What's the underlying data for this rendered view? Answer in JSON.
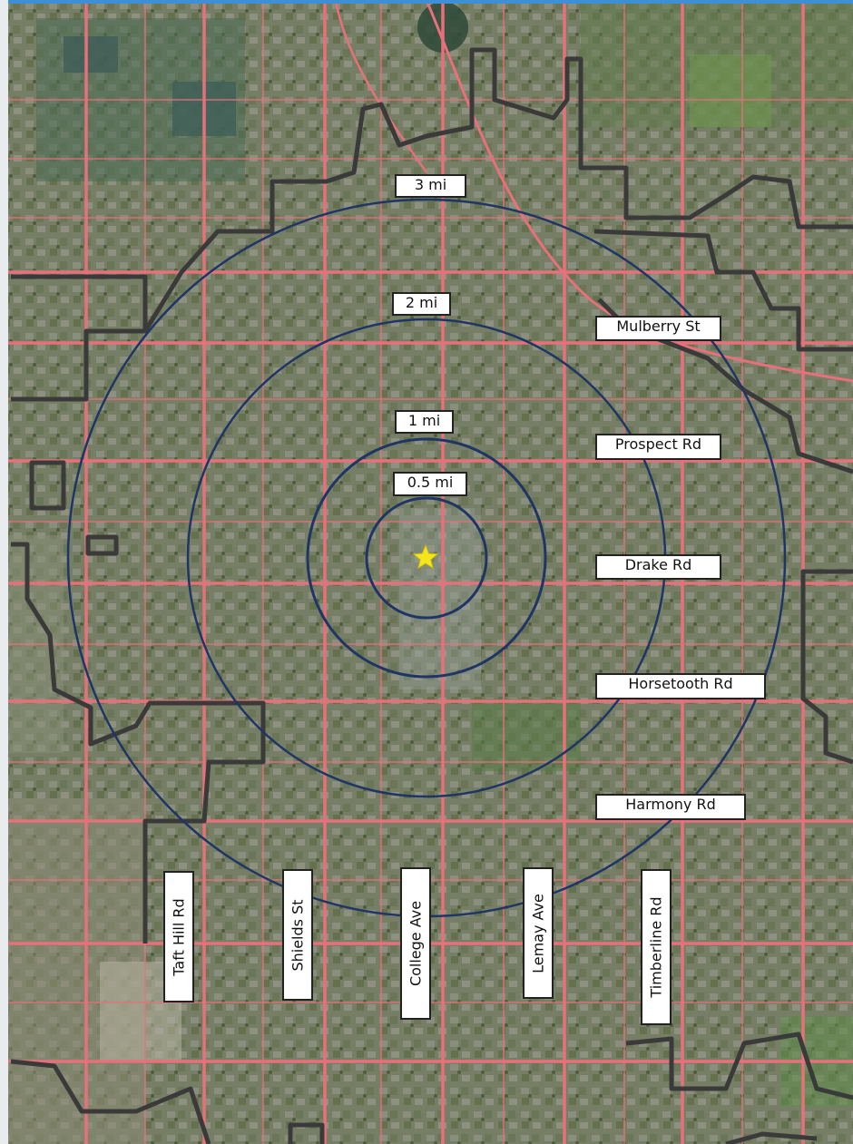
{
  "map": {
    "ring_labels": {
      "r3": "3 mi",
      "r2": "2 mi",
      "r1": "1 mi",
      "r05": "0.5 mi"
    },
    "street_labels": {
      "mulberry": "Mulberry St",
      "prospect": "Prospect Rd",
      "drake": "Drake Rd",
      "horsetooth": "Horsetooth Rd",
      "harmony": "Harmony Rd",
      "taft_hill": "Taft Hill Rd",
      "shields": "Shields  St",
      "college": "College Ave",
      "lemay": "Lemay Ave",
      "timberline": "Timberline Rd"
    },
    "colors": {
      "ring": "#1f3566",
      "road": "#e8707a",
      "boundary": "#3a3a3a",
      "marker": "#f4e61c",
      "imagery_base": "#6f7a5e"
    },
    "marker_icon": "star-icon"
  }
}
